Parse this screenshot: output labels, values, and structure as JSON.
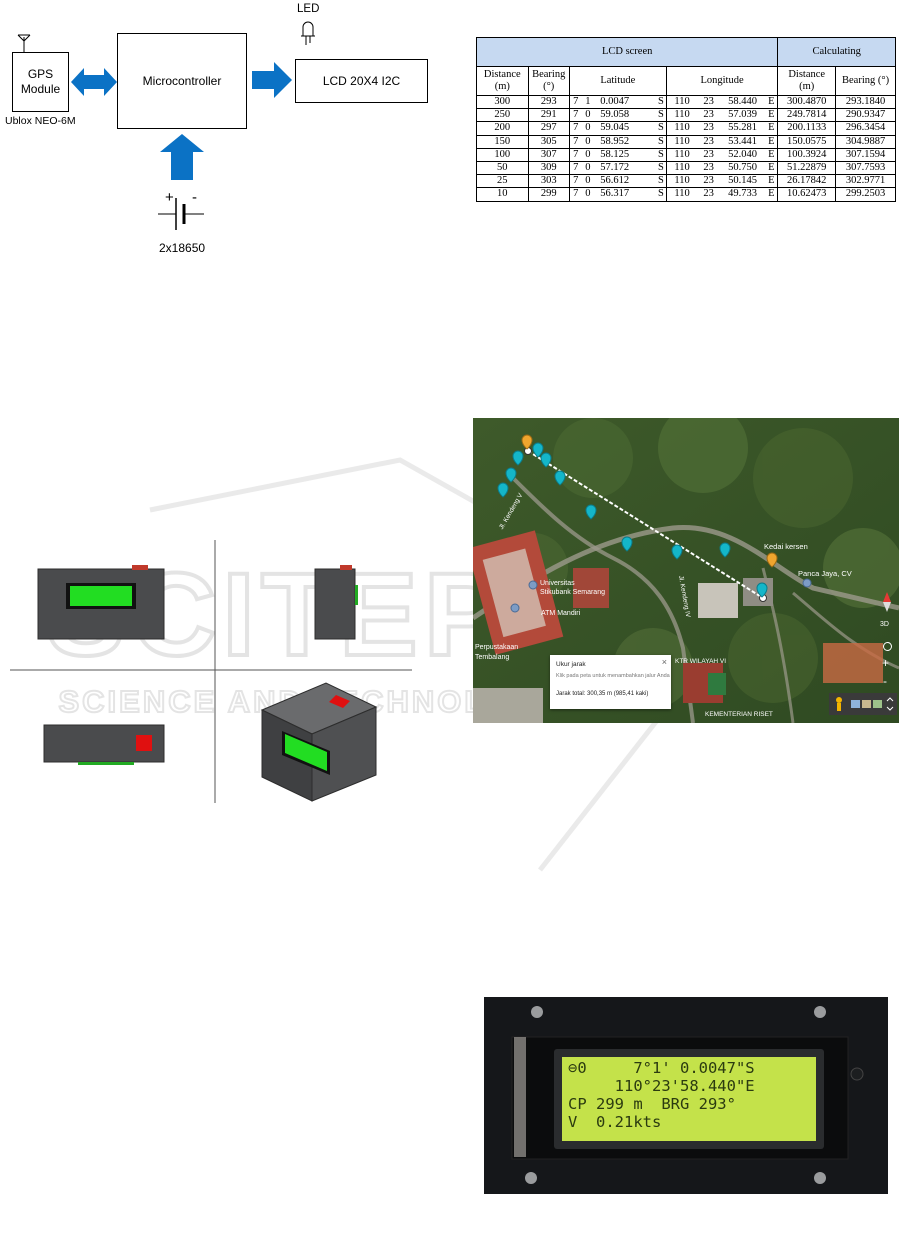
{
  "block_diagram": {
    "gps_module": "GPS\nModule",
    "gps_caption": "Ublox NEO-6M",
    "microcontroller": "Microcontroller",
    "lcd": "LCD 20X4 I2C",
    "led": "LED",
    "battery_plus": "+",
    "battery_minus": "-",
    "battery": "2x18650"
  },
  "table": {
    "group_lcd": "LCD screen",
    "group_calc": "Calculating",
    "col_distance": "Distance (m)",
    "col_bearing": "Bearing (°)",
    "col_latitude": "Latitude",
    "col_longitude": "Longitude",
    "col_calc_distance": "Distance (m)",
    "col_calc_bearing": "Bearing (°)",
    "rows": [
      {
        "d": "300",
        "b": "293",
        "lat1": "7",
        "lat2": "1",
        "lat3": "0.0047",
        "lath": "S",
        "lon1": "110",
        "lon2": "23",
        "lon3": "58.440",
        "lonh": "E",
        "cd": "300.4870",
        "cb": "293.1840"
      },
      {
        "d": "250",
        "b": "291",
        "lat1": "7",
        "lat2": "0",
        "lat3": "59.058",
        "lath": "S",
        "lon1": "110",
        "lon2": "23",
        "lon3": "57.039",
        "lonh": "E",
        "cd": "249.7814",
        "cb": "290.9347"
      },
      {
        "d": "200",
        "b": "297",
        "lat1": "7",
        "lat2": "0",
        "lat3": "59.045",
        "lath": "S",
        "lon1": "110",
        "lon2": "23",
        "lon3": "55.281",
        "lonh": "E",
        "cd": "200.1133",
        "cb": "296.3454"
      },
      {
        "d": "150",
        "b": "305",
        "lat1": "7",
        "lat2": "0",
        "lat3": "58.952",
        "lath": "S",
        "lon1": "110",
        "lon2": "23",
        "lon3": "53.441",
        "lonh": "E",
        "cd": "150.0575",
        "cb": "304.9887"
      },
      {
        "d": "100",
        "b": "307",
        "lat1": "7",
        "lat2": "0",
        "lat3": "58.125",
        "lath": "S",
        "lon1": "110",
        "lon2": "23",
        "lon3": "52.040",
        "lonh": "E",
        "cd": "100.3924",
        "cb": "307.1594"
      },
      {
        "d": "50",
        "b": "309",
        "lat1": "7",
        "lat2": "0",
        "lat3": "57.172",
        "lath": "S",
        "lon1": "110",
        "lon2": "23",
        "lon3": "50.750",
        "lonh": "E",
        "cd": "51.22879",
        "cb": "307.7593"
      },
      {
        "d": "25",
        "b": "303",
        "lat1": "7",
        "lat2": "0",
        "lat3": "56.612",
        "lath": "S",
        "lon1": "110",
        "lon2": "23",
        "lon3": "50.145",
        "lonh": "E",
        "cd": "26.17842",
        "cb": "302.9771"
      },
      {
        "d": "10",
        "b": "299",
        "lat1": "7",
        "lat2": "0",
        "lat3": "56.317",
        "lath": "S",
        "lon1": "110",
        "lon2": "23",
        "lon3": "49.733",
        "lonh": "E",
        "cd": "10.62473",
        "cb": "299.2503"
      }
    ]
  },
  "map": {
    "label_kedai": "Kedai kersen",
    "label_panca": "Panca Jaya, CV",
    "label_univ1": "Universitas",
    "label_univ2": "Stikubank Semarang",
    "label_atm": "ATM Mandiri",
    "label_perpus1": "Perpustakaan",
    "label_perpus2": "Tembalang",
    "label_ktr": "KTR WILAYAH VI",
    "label_kemen": "KEMENTERIAN RISET",
    "label_road1": "Jl. Kendeng V",
    "label_road2": "Jl. Kendeng IV",
    "popup_title": "Ukur jarak",
    "popup_hint": "Klik pada peta untuk menambahkan jalur Anda",
    "popup_total": "Jarak total: 300,35 m (985,41 kaki)",
    "popup_close": "×",
    "ctrl_3d": "3D",
    "ctrl_plus": "+",
    "ctrl_minus": "-"
  },
  "lcd_display": {
    "line1": "⊖0     7°1' 0.0047\"S",
    "line2": "     110°23'58.440\"E",
    "line3": "CP 299 m  BRG 293°",
    "line4": "V  0.21kts"
  },
  "watermark": {
    "main": "SCITEPRESS",
    "sub": "SCIENCE AND TECHNOLOGY PUBLICATIONS"
  }
}
